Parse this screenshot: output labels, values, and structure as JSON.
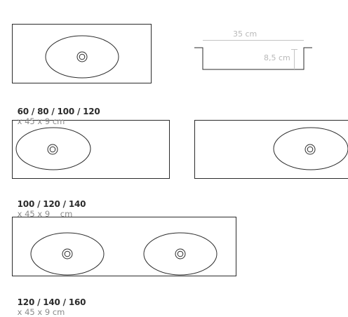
{
  "section_view": {
    "width_label": "35 cm",
    "depth_label": "8,5 cm"
  },
  "captions": [
    {
      "sizes": "60 / 80 / 100 / 120",
      "dims": "x 45 x 9 cm"
    },
    {
      "sizes": "100 / 120 / 140",
      "dims": "x 45 x 9    cm"
    },
    {
      "sizes": "120 / 140 / 160",
      "dims": "x 45 x 9 cm"
    }
  ],
  "colors": {
    "outline": "#2b2b2b",
    "dimension_line": "#c4c4c4",
    "dimension_text": "#b8b8b8",
    "caption_bold": "#2b2b2b",
    "caption_light": "#8a8a8a"
  }
}
